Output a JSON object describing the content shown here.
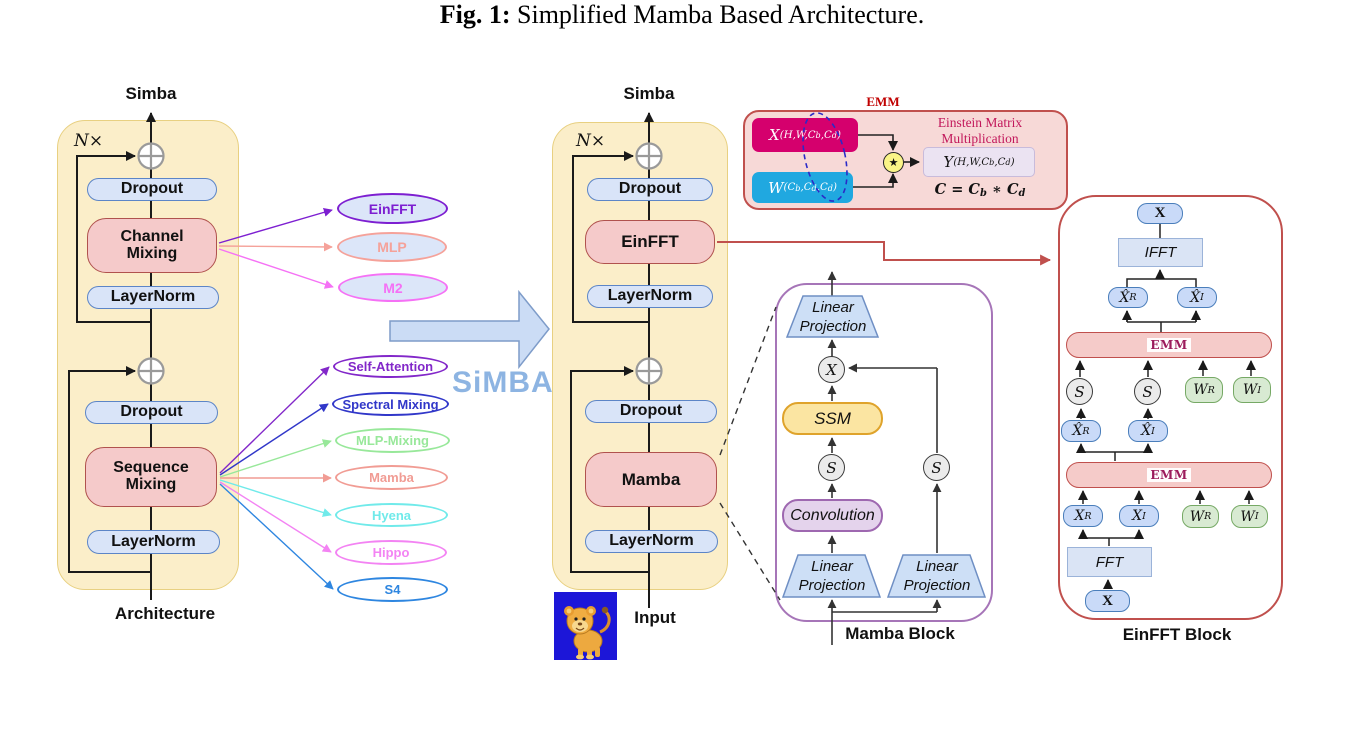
{
  "figure": {
    "caption_bold": "Fig. 1:",
    "caption_rest": " Simplified Mamba Based Architecture."
  },
  "left_block": {
    "top_label": "Simba",
    "repeat": "N×",
    "dropout1": "Dropout",
    "channel_mixing": "Channel Mixing",
    "layernorm1": "LayerNorm",
    "dropout2": "Dropout",
    "sequence_mixing": "Sequence Mixing",
    "layernorm2": "LayerNorm",
    "bottom_label": "Architecture"
  },
  "middle_block": {
    "top_label": "Simba",
    "repeat": "N×",
    "dropout1": "Dropout",
    "einfft": "EinFFT",
    "layernorm1": "LayerNorm",
    "dropout2": "Dropout",
    "mamba": "Mamba",
    "layernorm2": "LayerNorm",
    "bottom_label": "Input"
  },
  "simba_label": "SiMBA",
  "channel_options": [
    {
      "label": "EinFFT",
      "color": "#7d1fd1"
    },
    {
      "label": "MLP",
      "color": "#f5a29a"
    },
    {
      "label": "M2",
      "color": "#f571f5"
    }
  ],
  "sequence_options": [
    {
      "label": "Self-Attention",
      "color": "#8227c9"
    },
    {
      "label": "Spectral Mixing",
      "color": "#3137c9"
    },
    {
      "label": "MLP-Mixing",
      "color": "#98e89a"
    },
    {
      "label": "Mamba",
      "color": "#f19c94"
    },
    {
      "label": "Hyena",
      "color": "#70eaea"
    },
    {
      "label": "Hippo",
      "color": "#f383f3"
    },
    {
      "label": "S4",
      "color": "#2e86e0"
    }
  ],
  "emm_panel": {
    "title": "EMM",
    "subtitle": "Einstein Matrix Multiplication",
    "star": "★",
    "x_tensor": [
      {
        "k": "b",
        "v": "X"
      },
      {
        "k": "sup",
        "v": "(H,W,C"
      },
      {
        "k": "ss",
        "v": "b"
      },
      {
        "k": "sup",
        "v": ",C"
      },
      {
        "k": "ss",
        "v": "d"
      },
      {
        "k": "sup",
        "v": ")"
      }
    ],
    "w_tensor": [
      {
        "k": "b",
        "v": "W"
      },
      {
        "k": "sup",
        "v": "(C"
      },
      {
        "k": "ss",
        "v": "b"
      },
      {
        "k": "sup",
        "v": ",C"
      },
      {
        "k": "ss",
        "v": "d"
      },
      {
        "k": "sup",
        "v": ",C"
      },
      {
        "k": "ss",
        "v": "d"
      },
      {
        "k": "sup",
        "v": ")"
      }
    ],
    "y_tensor": [
      {
        "k": "b",
        "v": "Y"
      },
      {
        "k": "sup",
        "v": "(H,W,C"
      },
      {
        "k": "ss",
        "v": "b"
      },
      {
        "k": "sup",
        "v": ",C"
      },
      {
        "k": "ss",
        "v": "d"
      },
      {
        "k": "sup",
        "v": ")"
      }
    ],
    "formula": [
      {
        "k": "b",
        "v": "C = C"
      },
      {
        "k": "sub",
        "v": "b"
      },
      {
        "k": "b",
        "v": " ∗ C"
      },
      {
        "k": "sub",
        "v": "d"
      }
    ]
  },
  "mamba_block": {
    "linear_projection": "Linear Projection",
    "x_op": "X",
    "s_op": "S",
    "ssm": "SSM",
    "convolution": "Convolution",
    "caption": "Mamba Block"
  },
  "einfft_block": {
    "x_top": "X",
    "x_bottom": "X",
    "ifft": "IFFT",
    "fft": "FFT",
    "emm": "EMM",
    "s_op": "S",
    "caption": "EinFFT Block",
    "xr_hat": [
      {
        "k": "b",
        "v": "X̂"
      },
      {
        "k": "sub",
        "v": "R"
      }
    ],
    "xi_hat": [
      {
        "k": "b",
        "v": "X̂"
      },
      {
        "k": "sub",
        "v": "I"
      }
    ],
    "xr": [
      {
        "k": "b",
        "v": "X"
      },
      {
        "k": "sub",
        "v": "R"
      }
    ],
    "xi": [
      {
        "k": "b",
        "v": "X"
      },
      {
        "k": "sub",
        "v": "I"
      }
    ],
    "wr": [
      {
        "k": "b",
        "v": "W"
      },
      {
        "k": "sub",
        "v": "R"
      }
    ],
    "wi": [
      {
        "k": "b",
        "v": "W"
      },
      {
        "k": "sub",
        "v": "I"
      }
    ]
  },
  "palette": {
    "panel_yellow": "#fbeec9",
    "panel_yellow_border": "#e8d081",
    "pill_blue_fill": "#d9e4f8",
    "pill_blue_border": "#5c85c7",
    "pill_red_fill": "#f5caca",
    "pill_red_border": "#b0524e",
    "big_arrow_fill": "#cbdcf5",
    "big_arrow_border": "#7e9cc9",
    "simba_text": "#8db4e2",
    "emm_box_fill": "#f7d9d7",
    "emm_box_border": "#c0504d",
    "x_tensor_bg": "#d5006d",
    "w_tensor_bg": "#20a8e0",
    "y_tensor_bg": "#ebe3f2",
    "star_fill": "#faf487",
    "mamba_block_border": "#a675b8",
    "ssm_fill": "#fbe5a2",
    "convolution_fill": "#e4d3ec",
    "trapezoid_fill": "#cddff6",
    "op_circle_fill": "#ebebeb",
    "w_pill_fill": "#d8ead2",
    "fft_fill": "#dae4f5",
    "einfft_border": "#c0504d"
  }
}
